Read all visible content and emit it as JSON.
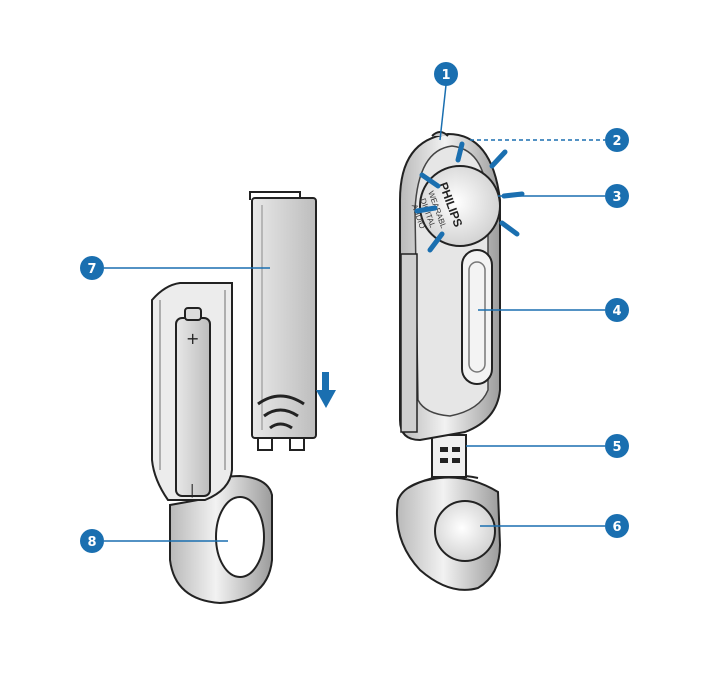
{
  "accent": "#1a6fb0",
  "line_color": "#1a6fb0",
  "device": {
    "brand": "PHILIPS",
    "line1": "WEARABL",
    "line2": "DIGITAL",
    "line3": "AUDIO"
  },
  "battery": {
    "plus": "+",
    "minus": "|"
  },
  "callouts": [
    {
      "id": "c1",
      "num": "1"
    },
    {
      "id": "c2",
      "num": "2"
    },
    {
      "id": "c3",
      "num": "3"
    },
    {
      "id": "c4",
      "num": "4"
    },
    {
      "id": "c5",
      "num": "5"
    },
    {
      "id": "c6",
      "num": "6"
    },
    {
      "id": "c7",
      "num": "7"
    },
    {
      "id": "c8",
      "num": "8"
    }
  ],
  "icons": {
    "arrow": "down-arrow-icon",
    "grip": "grip-arcs-icon"
  }
}
